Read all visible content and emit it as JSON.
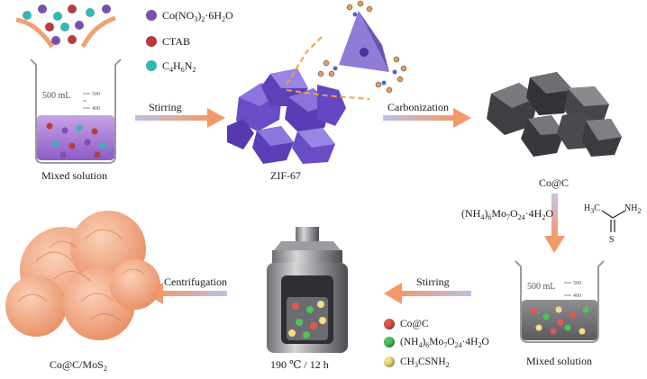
{
  "title": "",
  "colors": {
    "cobalt": "#7b4fb0",
    "ctab": "#b83b3b",
    "imidazole": "#35b7b3",
    "zif": "#6a4cc7",
    "carbon": "#3f3f43",
    "mos2": "#f1a27b",
    "arrow": "#f29a6a",
    "coc": "#e05a4d",
    "mo": "#4cc45a",
    "s": "#f2df86"
  },
  "reagents_top": {
    "items": [
      {
        "formula": "Co(NO",
        "sub1": "3",
        "mid": ")",
        "sub2": "2",
        "tail": "·6H",
        "sub3": "2",
        "end": "O"
      },
      {
        "formula": "CTAB"
      },
      {
        "formula": "C",
        "sub1": "4",
        "mid": "H",
        "sub2": "6",
        "tail": "N",
        "sub3": "2",
        "end": ""
      }
    ]
  },
  "beaker_top": {
    "volume": "500 mL",
    "tick1": "500",
    "tick2": "400"
  },
  "beaker_bottom": {
    "volume": "500 mL",
    "tick1": "500",
    "tick2": "400"
  },
  "labels": {
    "mixed_solution_1": "Mixed solution",
    "zif67": "ZIF-67",
    "coc": "Co@C",
    "mixed_solution_2": "Mixed solution",
    "autoclave": "190 ℃ / 12 h",
    "product_a": "Co@C/MoS",
    "product_sub": "2"
  },
  "arrows": {
    "stirring_1": "Stirring",
    "carbonization": "Carbonization",
    "stirring_2": "Stirring",
    "centrifugation": "Centrifugation"
  },
  "molybdate": {
    "a": "(NH",
    "s1": "4",
    "b": ")",
    "s2": "6",
    "c": "Mo",
    "s3": "7",
    "d": "O",
    "s4": "24",
    "e": "·4H",
    "s5": "2",
    "f": "O"
  },
  "thioacetamide": {
    "h3c": "H",
    "h3c_sub": "3",
    "c": "C",
    "nh": "NH",
    "nh_sub": "2",
    "s": "S"
  },
  "legend_bottom": {
    "items": [
      {
        "label": "Co@C"
      },
      {
        "label": "(NH",
        "s1": "4",
        "b": ")",
        "s2": "6",
        "c": "Mo",
        "s3": "7",
        "d": "O",
        "s4": "24",
        "e": "·4H",
        "s5": "2",
        "f": "O"
      },
      {
        "label": "CH",
        "s1": "3",
        "b": "CSNH",
        "s2": "2"
      }
    ]
  }
}
